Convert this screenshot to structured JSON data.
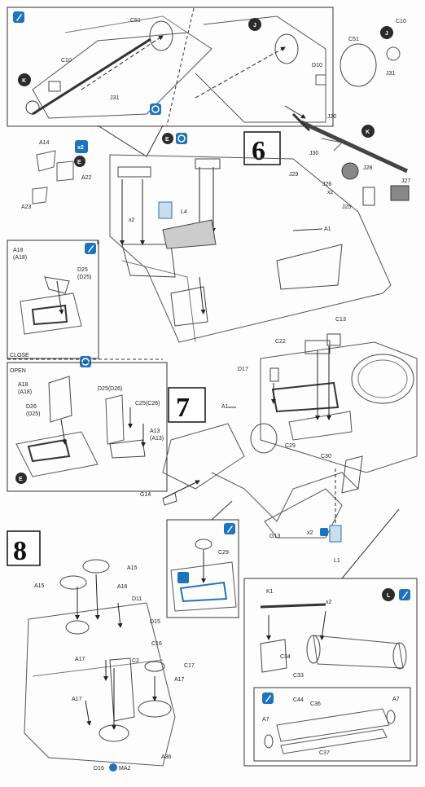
{
  "steps": {
    "six": "6",
    "seven": "7",
    "eight": "8"
  },
  "inset_labels": {
    "close": "CLOSE",
    "open": "OPEN"
  },
  "badges": {
    "e": "E",
    "j": "J",
    "k": "K",
    "l": "L"
  },
  "colors": {
    "accent": "#1e73be",
    "dark": "#2b2b2b",
    "line": "#555555"
  },
  "parts": {
    "c51_top": "C51",
    "c10_top": "C10",
    "j31_top": "J31",
    "c51_right": "C51",
    "c10_right": "C10",
    "j31_right": "J31",
    "d10": "D10",
    "j20": "J20",
    "j30": "J30",
    "j29": "J29",
    "j26": "J26",
    "j28": "J28",
    "j27": "J27",
    "j25": "J25",
    "a14": "A14",
    "a22": "A22",
    "a23": "A23",
    "l4": "L4",
    "a1_top": "A1",
    "a18_close": "A18",
    "a18_close_p": "(A18)",
    "d25_close": "D25",
    "d25_close_p": "(D25)",
    "a18_open": "A18",
    "a18_open_p": "(A18)",
    "d26_open": "D26",
    "d25_open_p": "(D25)",
    "d25d26": "D25(D26)",
    "c25c26": "C25(C26)",
    "a13": "A13",
    "a13_p": "(A13)",
    "c13": "C13",
    "c22": "C22",
    "d17": "D17",
    "a1_mid": "A1",
    "c29_mid": "C29",
    "c30": "C30",
    "g14": "G14",
    "g13": "G13",
    "l1": "L1",
    "c29_inset": "C29",
    "a15_r": "A15",
    "a15_l": "A15",
    "a16": "A16",
    "d11": "D11",
    "d15": "D15",
    "c16": "C16",
    "a17_a": "A17",
    "c2": "C2",
    "c17": "C17",
    "a17_b": "A17",
    "a17_c": "A17",
    "d16": "D16",
    "ma2": "MA2",
    "a36": "A36",
    "k1": "K1",
    "c34": "C34",
    "c33": "C33",
    "c44": "C44",
    "c36": "C36",
    "a7_l": "A7",
    "a7_r": "A7",
    "c37": "C37"
  },
  "markers": {
    "x2_a": "x2",
    "x2_b": "x2",
    "x2_c": "x2",
    "x2_d": "x2",
    "x2_e": "x2"
  }
}
